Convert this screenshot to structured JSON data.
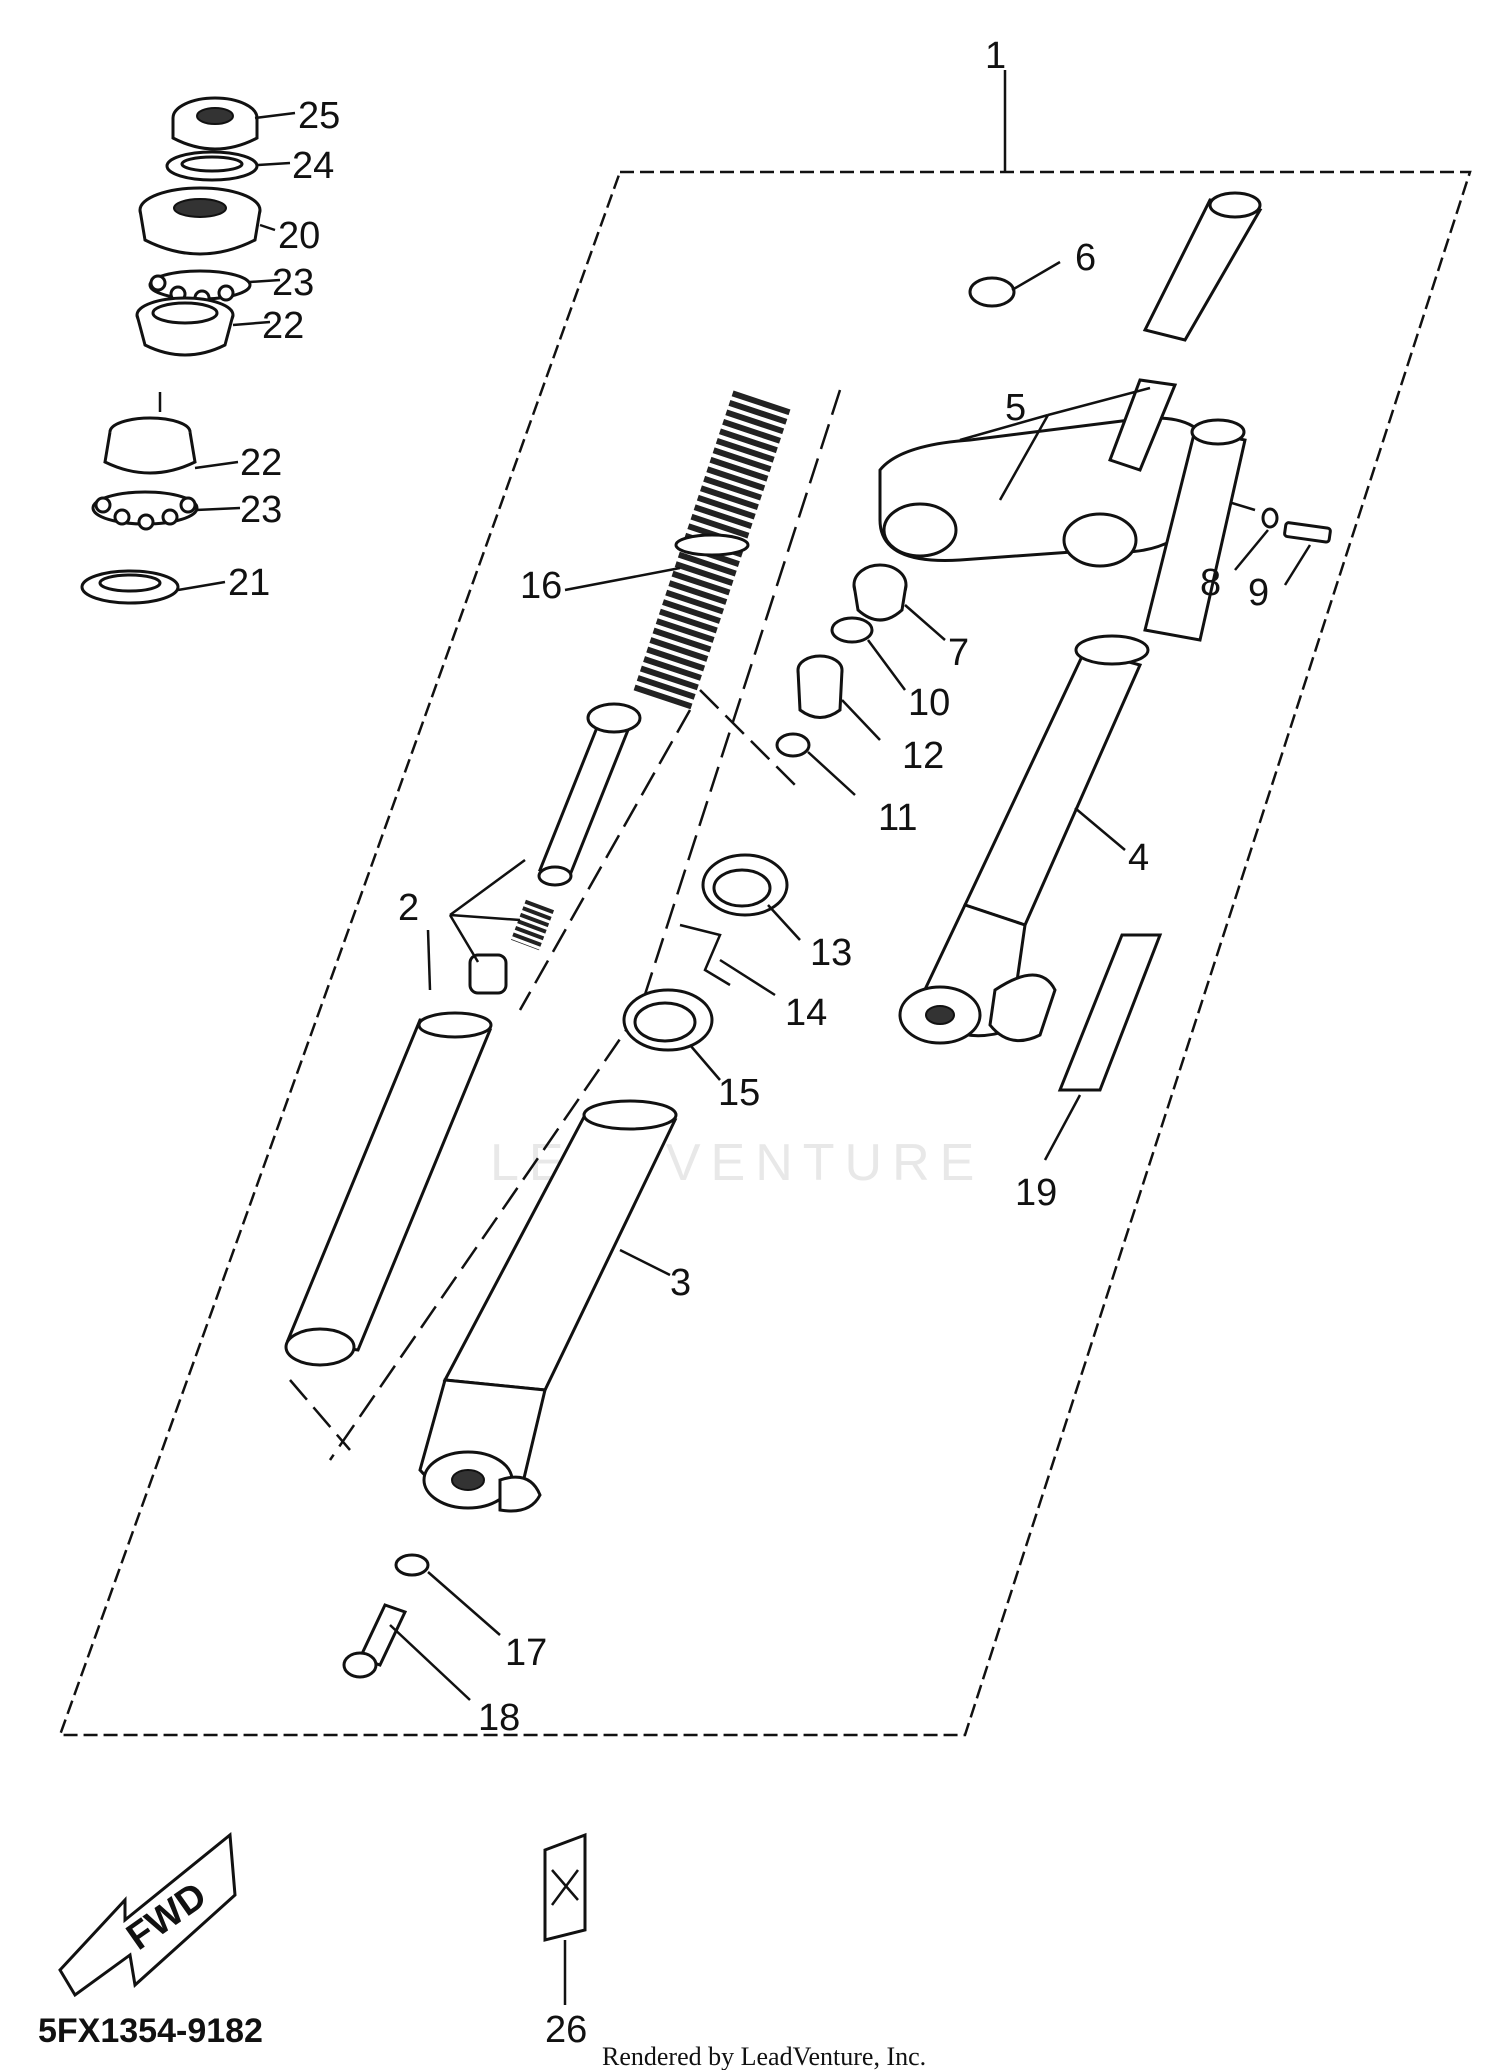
{
  "callouts": [
    {
      "id": "p1",
      "label": "1"
    },
    {
      "id": "p2",
      "label": "2"
    },
    {
      "id": "p3",
      "label": "3"
    },
    {
      "id": "p4",
      "label": "4"
    },
    {
      "id": "p5",
      "label": "5"
    },
    {
      "id": "p6",
      "label": "6"
    },
    {
      "id": "p7",
      "label": "7"
    },
    {
      "id": "p8",
      "label": "8"
    },
    {
      "id": "p9",
      "label": "9"
    },
    {
      "id": "p10",
      "label": "10"
    },
    {
      "id": "p11",
      "label": "11"
    },
    {
      "id": "p12",
      "label": "12"
    },
    {
      "id": "p13",
      "label": "13"
    },
    {
      "id": "p14",
      "label": "14"
    },
    {
      "id": "p15",
      "label": "15"
    },
    {
      "id": "p16",
      "label": "16"
    },
    {
      "id": "p17",
      "label": "17"
    },
    {
      "id": "p18",
      "label": "18"
    },
    {
      "id": "p19",
      "label": "19"
    },
    {
      "id": "p20",
      "label": "20"
    },
    {
      "id": "p21",
      "label": "21"
    },
    {
      "id": "p22a",
      "label": "22"
    },
    {
      "id": "p22b",
      "label": "22"
    },
    {
      "id": "p23a",
      "label": "23"
    },
    {
      "id": "p23b",
      "label": "23"
    },
    {
      "id": "p24",
      "label": "24"
    },
    {
      "id": "p25",
      "label": "25"
    },
    {
      "id": "p26",
      "label": "26"
    }
  ],
  "fwd_label": "FWD",
  "diagram_code": "5FX1354-9182",
  "credit": "Rendered by LeadVenture, Inc.",
  "watermark": "LEADVENTURE"
}
